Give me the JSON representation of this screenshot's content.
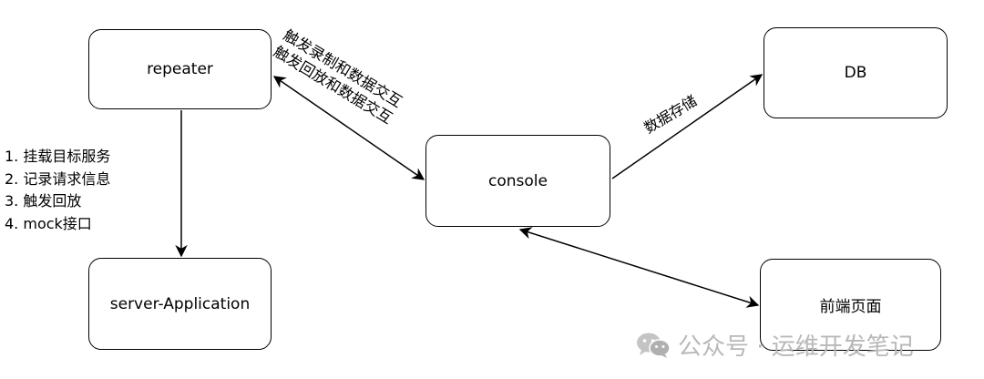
{
  "nodes": {
    "repeater": "repeater",
    "server": "server-Application",
    "console": "console",
    "db": "DB",
    "frontend": "前端页面"
  },
  "edge_labels": {
    "steps": [
      "1. 挂载目标服务",
      "2. 记录请求信息",
      "3. 触发回放",
      "4. mock接口"
    ],
    "trigger": [
      "触发录制和数据交互",
      "触发回放和数据交互"
    ],
    "store": "数据存储"
  },
  "watermark": {
    "icon": "wechat-icon",
    "text": "公众号 · 运维开发笔记"
  }
}
